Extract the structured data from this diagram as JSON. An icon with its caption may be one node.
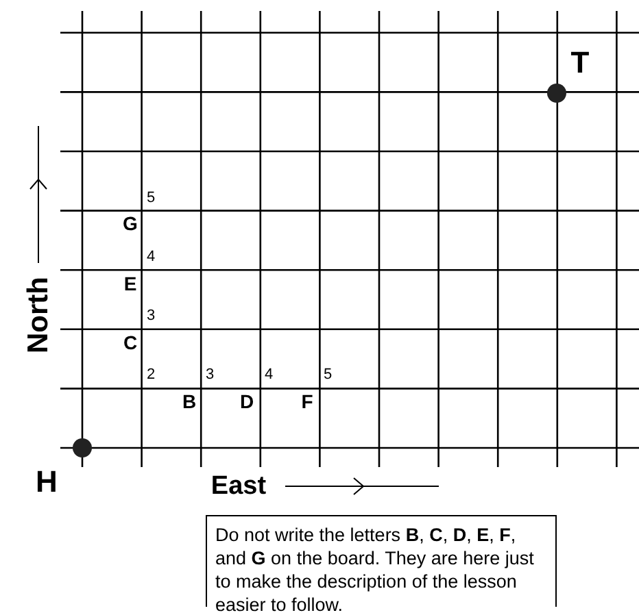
{
  "diagram": {
    "labels": [
      "T",
      "North",
      "5",
      "G",
      "4",
      "E",
      "3",
      "C",
      "2",
      "3",
      "4",
      "5",
      "B",
      "D",
      "F",
      "H",
      "East",
      "Do not write the letters **B**, **C**, **D**, **E**, **F**, and **G** on the board. They are here just to make the description of the lesson easier to follow."
    ]
  }
}
